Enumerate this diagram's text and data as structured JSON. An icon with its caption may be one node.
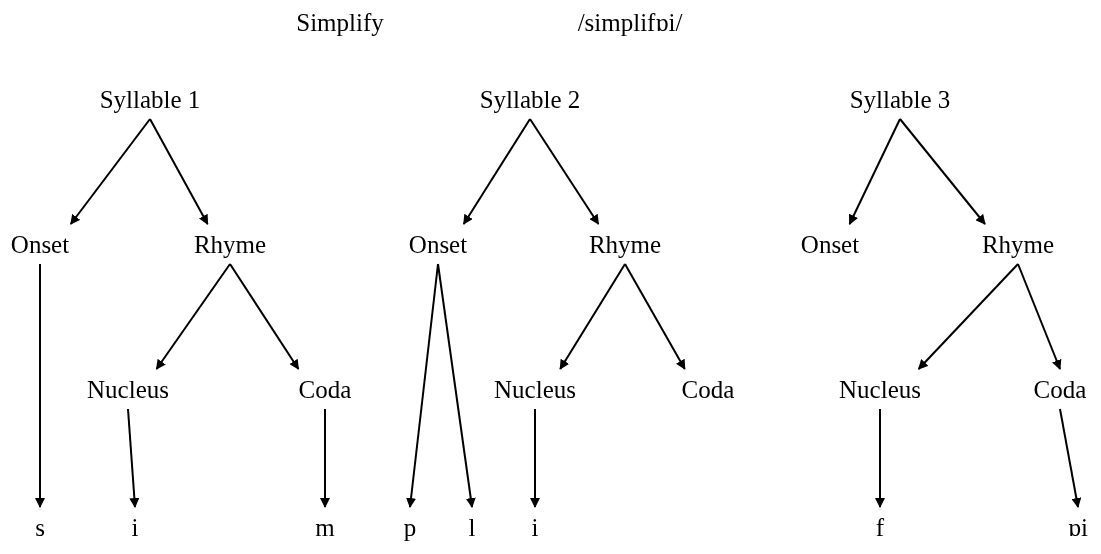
{
  "diagram": {
    "title": "Simplify",
    "nodes": [
      {
        "text": [
          "Syllable 1"
        ]
      },
      {
        "text": [
          "Onset"
        ]
      },
      {
        "text": [
          "Rhyme"
        ]
      },
      {
        "text": [
          "Nucleus"
        ]
      },
      {
        "text": [
          "Coda"
        ]
      },
      {
        "text": [
          "s"
        ]
      },
      {
        "text": [
          "i"
        ]
      },
      {
        "text": [
          "m"
        ]
      },
      {
        "text": [
          "Syllable 2"
        ]
      },
      {
        "text": [
          "Onset"
        ]
      },
      {
        "text": [
          "Rhyme"
        ]
      },
      {
        "text": [
          "Nucleus"
        ]
      },
      {
        "text": [
          "Coda"
        ]
      },
      {
        "text": [
          "p"
        ]
      },
      {
        "text": [
          "l"
        ]
      },
      {
        "text": [
          "i"
        ]
      },
      {
        "text": [
          "Syllable 3"
        ]
      },
      {
        "text": [
          "Onset"
        ]
      },
      {
        "text": [
          "Rhyme"
        ]
      },
      {
        "text": [
          "Nucleus"
        ]
      },
      {
        "text": [
          "Coda"
        ]
      },
      {
        "text": [
          "f"
        ]
      },
      {
        "text": [
          "ɒi"
        ]
      }
    ],
    "edges": [
      {
        "from": 0,
        "to": 1,
        "arrow": "to"
      },
      {
        "from": 0,
        "to": 2,
        "arrow": "to"
      },
      {
        "from": 1,
        "to": 5,
        "arrow": "to"
      },
      {
        "from": 2,
        "to": 3,
        "arrow": "to"
      },
      {
        "from": 2,
        "to": 4,
        "arrow": "to"
      },
      {
        "from": 3,
        "to": 6,
        "arrow": "to"
      },
      {
        "from": 4,
        "to": 7,
        "arrow": "to"
      },
      {
        "from": 8,
        "to": 9,
        "arrow": "to"
      },
      {
        "from": 8,
        "to": 10,
        "arrow": "to"
      },
      {
        "from": 9,
        "to": 13,
        "arrow": "to"
      },
      {
        "from": 9,
        "to": 14,
        "arrow": "to"
      },
      {
        "from": 10,
        "to": 11,
        "arrow": "to"
      },
      {
        "from": 10,
        "to": 12,
        "arrow": "to"
      },
      {
        "from": 11,
        "to": 15,
        "arrow": "to"
      },
      {
        "from": 16,
        "to": 17,
        "arrow": "to"
      },
      {
        "from": 16,
        "to": 18,
        "arrow": "to"
      },
      {
        "from": 18,
        "to": 19,
        "arrow": "to"
      },
      {
        "from": 18,
        "to": 20,
        "arrow": "to"
      },
      {
        "from": 19,
        "to": 21,
        "arrow": "to"
      },
      {
        "from": 20,
        "to": 22,
        "arrow": "to"
      }
    ],
    "labels": [
      "/simplifɒi/"
    ]
  }
}
